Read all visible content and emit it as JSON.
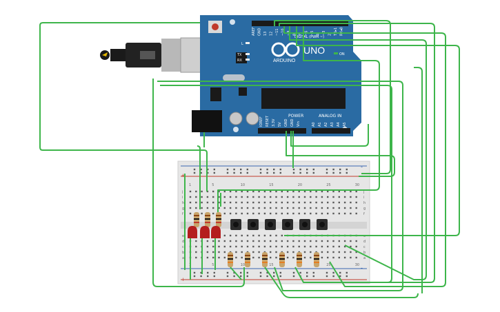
{
  "board": {
    "logo_text": "UNO",
    "brand_text": "ARDUINO",
    "digital_label": "DIGITAL (PWM ~)",
    "power_label": "POWER",
    "analog_label": "ANALOG IN",
    "on_label": "ON",
    "tx_label": "TX",
    "rx_label": "RX",
    "l_label": "L",
    "digital_pins": [
      "AREF",
      "GND",
      "13",
      "12",
      "~11",
      "~10",
      "~9",
      "8",
      "7",
      "~6",
      "~5",
      "4",
      "~3",
      "2",
      "TX▸1",
      "RX◂0"
    ],
    "power_pins": [
      "IOREF",
      "RESET",
      "3.3V",
      "5V",
      "GND",
      "GND",
      "Vin"
    ],
    "analog_pins": [
      "A0",
      "A1",
      "A2",
      "A3",
      "A4",
      "A5"
    ]
  },
  "breadboard": {
    "col_numbers": [
      "1",
      "5",
      "10",
      "15",
      "20",
      "25",
      "30"
    ],
    "row_letters_top": [
      "j",
      "i",
      "h",
      "g",
      "f"
    ],
    "row_letters_bottom": [
      "e",
      "d",
      "c",
      "b",
      "a"
    ],
    "plus_label": "+",
    "minus_label": "-"
  },
  "colors": {
    "board": "#2a6ba3",
    "wire": "#3db54a",
    "led": "#b41e1e",
    "breadboard": "#e6e6e6"
  }
}
